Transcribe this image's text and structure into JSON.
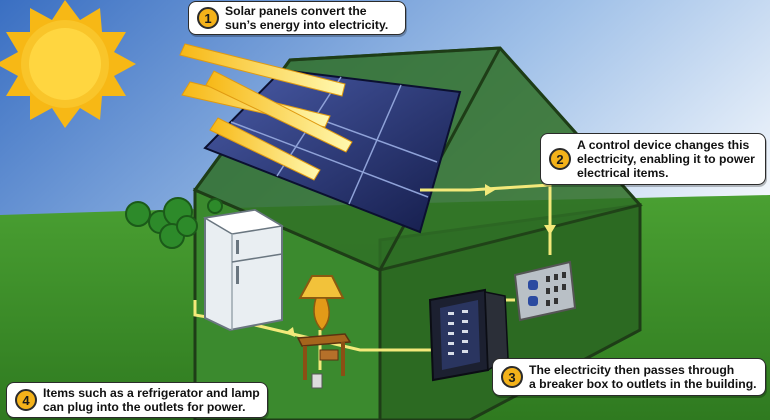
{
  "callouts": [
    {
      "number": "1",
      "lines": [
        "Solar panels convert the",
        "sun’s energy into electricity."
      ]
    },
    {
      "number": "2",
      "lines": [
        "A control device changes this",
        "electricity, enabling it to power",
        "electrical items."
      ]
    },
    {
      "number": "3",
      "lines": [
        "The electricity then passes through",
        "a breaker box to outlets in the building."
      ]
    },
    {
      "number": "4",
      "lines": [
        "Items such as a refrigerator and lamp",
        "can plug into the outlets for power."
      ]
    }
  ],
  "colors": {
    "sky_top": "#3f78c9",
    "sky_bottom": "#ffffff",
    "grass": "#3f8f2a",
    "house": "#2f6e26",
    "sun": "#f7b815",
    "panel": "#1f2f6a",
    "current": "#f3e97a",
    "badge": "#f4b21a"
  },
  "icons": [
    "sun-icon",
    "solar-panel-icon",
    "refrigerator-icon",
    "lamp-icon",
    "control-device-icon",
    "breaker-box-icon",
    "tree-icon"
  ]
}
